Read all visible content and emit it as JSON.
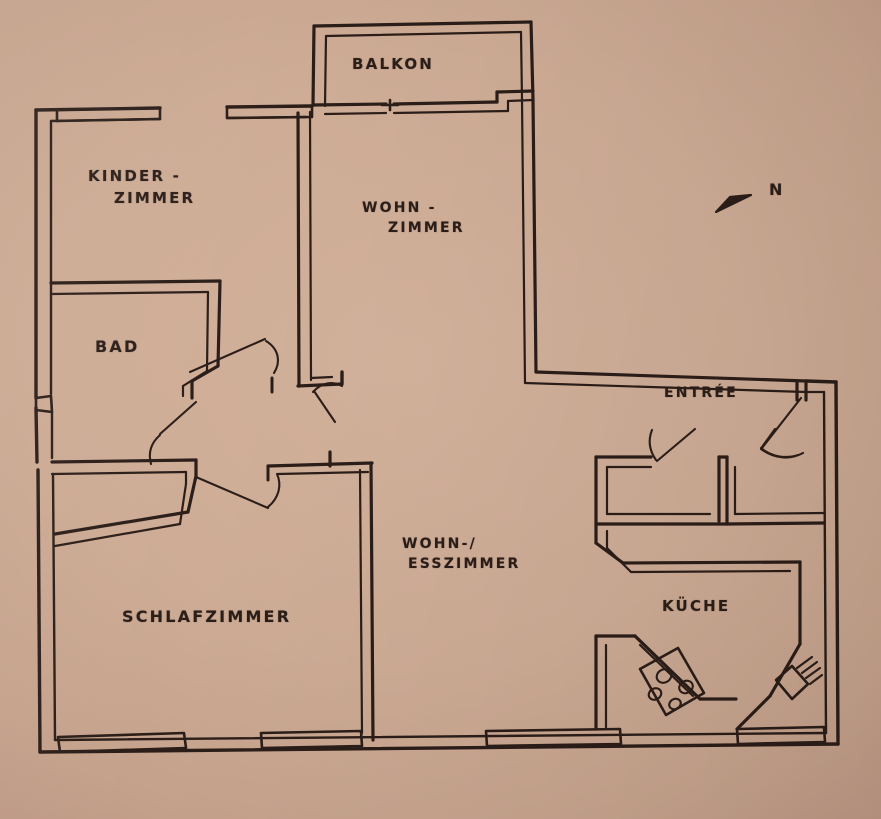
{
  "document": {
    "type": "hand-drawn-floor-plan",
    "title": "Grundriss",
    "medium": "pen on paper",
    "paper_color": "#cdab95",
    "ink_color": "#2b1d18"
  },
  "compass": {
    "label": "N",
    "icon": "north-arrow-icon"
  },
  "rooms": [
    {
      "id": "balkon",
      "label": "BALKON",
      "label_lines": [
        "BALKON"
      ]
    },
    {
      "id": "kinderzimmer",
      "label": "KINDER - ZIMMER",
      "label_lines": [
        "KINDER -",
        "ZIMMER"
      ]
    },
    {
      "id": "wohnzimmer",
      "label": "WOHN - ZIMMER",
      "label_lines": [
        "WOHN -",
        "ZIMMER"
      ]
    },
    {
      "id": "bad",
      "label": "BAD",
      "label_lines": [
        "BAD"
      ]
    },
    {
      "id": "entree",
      "label": "ENTRÉE",
      "label_lines": [
        "ENTRÉE"
      ]
    },
    {
      "id": "wohnesszimmer",
      "label": "WOHN-/ESSZIMMER",
      "label_lines": [
        "WOHN-/",
        "ESSZIMMER"
      ]
    },
    {
      "id": "schlafzimmer",
      "label": "SCHLAFZIMMER",
      "label_lines": [
        "SCHLAFZIMMER"
      ]
    },
    {
      "id": "kueche",
      "label": "KÜCHE",
      "label_lines": [
        "KÜCHE"
      ]
    }
  ],
  "fixtures": [
    {
      "id": "stove",
      "name": "stove-hob-icon",
      "burners": 4,
      "room": "kueche"
    },
    {
      "id": "sink",
      "name": "sink-icon",
      "room": "kueche"
    }
  ],
  "openings": {
    "doors": 7,
    "windows": 9
  }
}
